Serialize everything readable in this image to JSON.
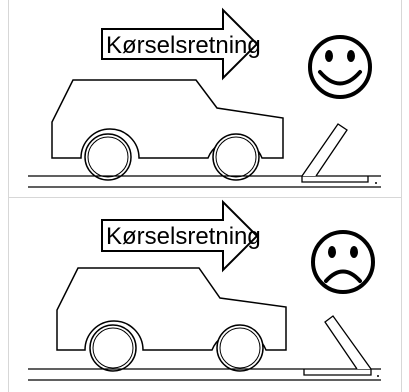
{
  "panels": [
    {
      "arrow_label": "Kørselsretning",
      "face": "smiley-face-icon",
      "ramp": "correct-orientation"
    },
    {
      "arrow_label": "Kørselsretning",
      "face": "sad-face-icon",
      "ramp": "wrong-orientation"
    }
  ],
  "colors": {
    "stroke": "#000000",
    "background": "#ffffff"
  }
}
